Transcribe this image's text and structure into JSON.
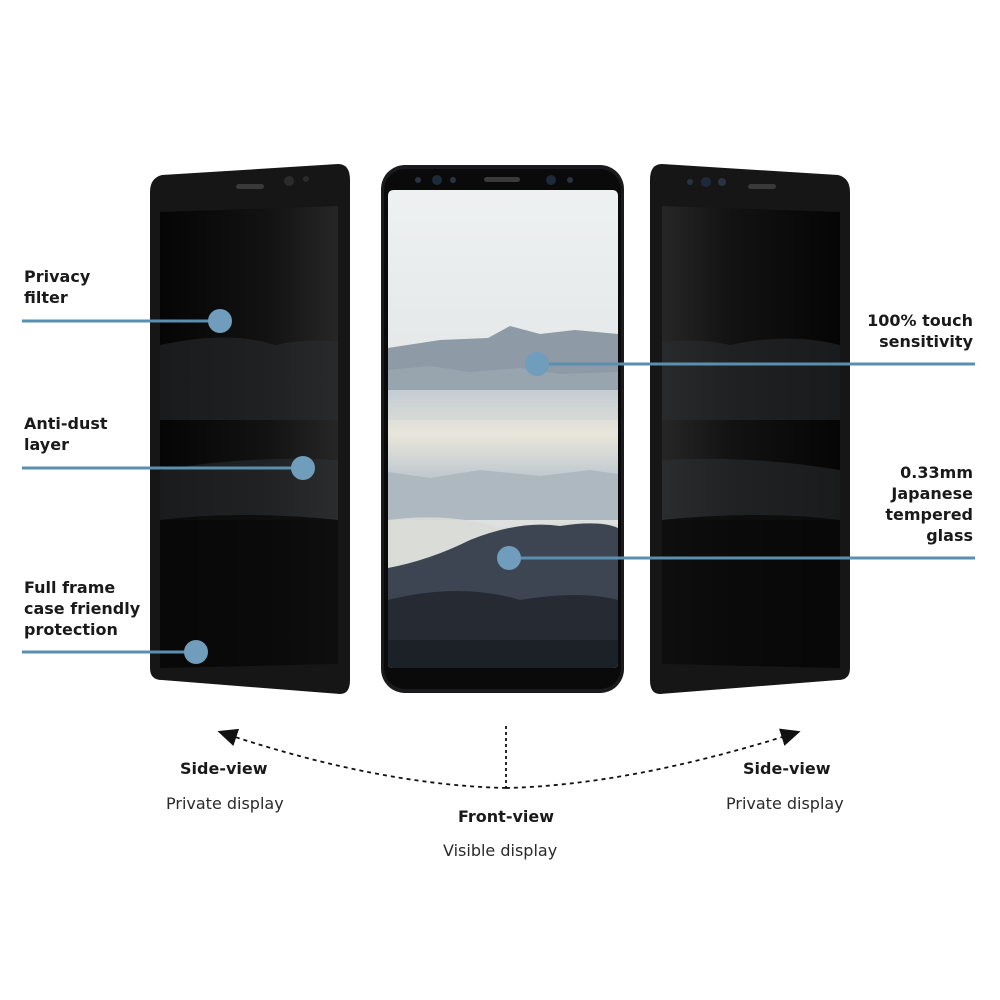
{
  "features_left": [
    {
      "text": "Privacy\nfilter"
    },
    {
      "text": "Anti-dust\nlayer"
    },
    {
      "text": "Full frame\ncase friendly\nprotection"
    }
  ],
  "features_right": [
    {
      "text": "100% touch\nsensitivity"
    },
    {
      "text": "0.33mm\nJapanese\ntempered\nglass"
    }
  ],
  "views": {
    "left": {
      "title": "Side-view",
      "subtitle": "Private display"
    },
    "center": {
      "title": "Front-view",
      "subtitle": "Visible display"
    },
    "right": {
      "title": "Side-view",
      "subtitle": "Private display"
    }
  },
  "colors": {
    "callout": "#5a8fb0",
    "dot": "#6f9dbb",
    "phone_body": "#1c1c1e"
  }
}
